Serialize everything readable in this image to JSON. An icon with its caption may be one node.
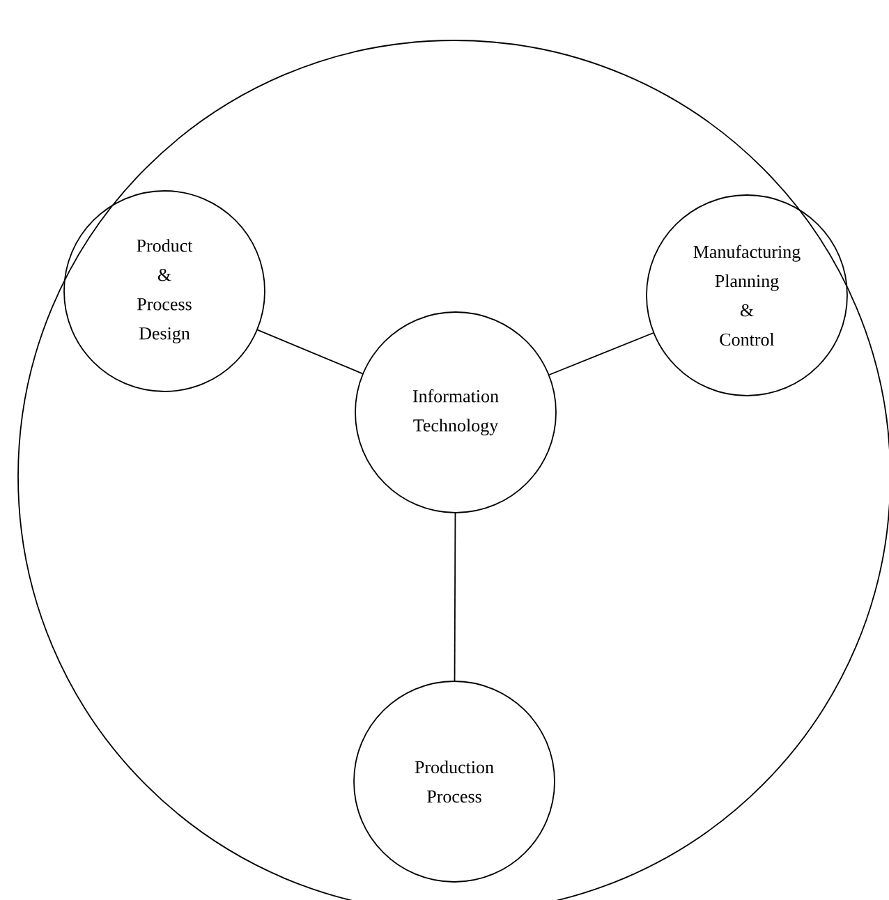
{
  "diagram": {
    "nodes": [
      {
        "text": [],
        "shape": "circle"
      },
      {
        "text": [
          "Product & Process Design"
        ],
        "in": 0
      },
      {
        "text": [
          "Manufacturing Planning & Control"
        ],
        "in": 0
      },
      {
        "text": [
          "Information Technology"
        ],
        "in": 0
      },
      {
        "text": [
          "Production Process"
        ],
        "in": 0
      }
    ],
    "edges": [
      {
        "from": 3,
        "to": 1,
        "arrow": "none"
      },
      {
        "from": 3,
        "to": 2,
        "arrow": "none"
      },
      {
        "from": 3,
        "to": 4,
        "arrow": "none"
      }
    ]
  }
}
